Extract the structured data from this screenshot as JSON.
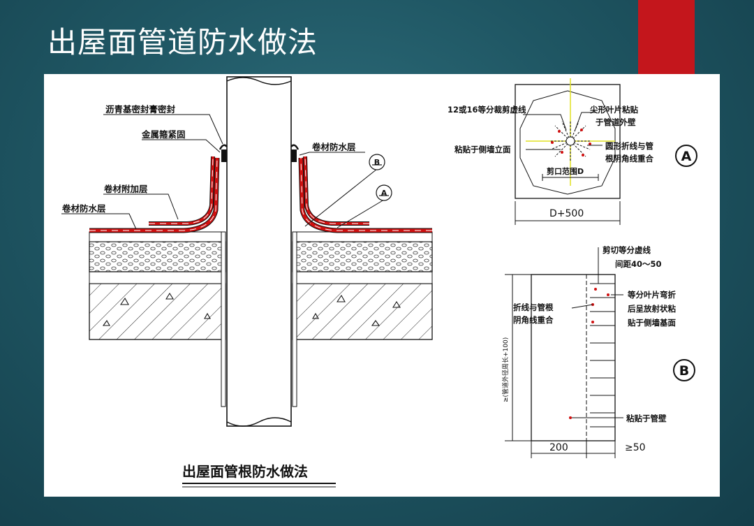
{
  "slide": {
    "title": "出屋面管道防水做法",
    "accent_color": "#c4161c",
    "background_color": "#1f5663"
  },
  "section": {
    "labels": {
      "sealant": "沥青基密封膏密封",
      "metal_clamp": "金属箍紧固",
      "membrane_reinforce": "卷材附加层",
      "membrane_left": "卷材防水层",
      "membrane_right": "卷材防水层"
    },
    "markers": {
      "b": "B",
      "a": "A"
    },
    "caption": "出屋面管根防水做法",
    "membrane_color": "#d01010"
  },
  "detail_a": {
    "labels": {
      "cut_lines": "12或16等分裁剪虚线",
      "tip_line1": "尖形叶片粘贴",
      "tip_line2": "于管道外壁",
      "side_wall": "粘贴于侧墙立面",
      "fold_line1": "圆形折线与管",
      "fold_line2": "根阴角线重合",
      "cut_range": "剪口范围D"
    },
    "dimension": "D+500",
    "marker": "A"
  },
  "detail_b": {
    "labels": {
      "cut_line1": "剪切等分虚线",
      "cut_line2": "间距40～50",
      "fold1": "折线与管根",
      "fold2": "阴角线重合",
      "leaf1": "等分叶片弯折",
      "leaf2": "后呈放射状粘",
      "leaf3": "贴于侧墙基面",
      "pipe_wall": "粘贴于管壁",
      "vertical_dim": "≥(管道外径周长+100)"
    },
    "dim_width": "200",
    "dim_min": "≥50",
    "marker": "B"
  }
}
